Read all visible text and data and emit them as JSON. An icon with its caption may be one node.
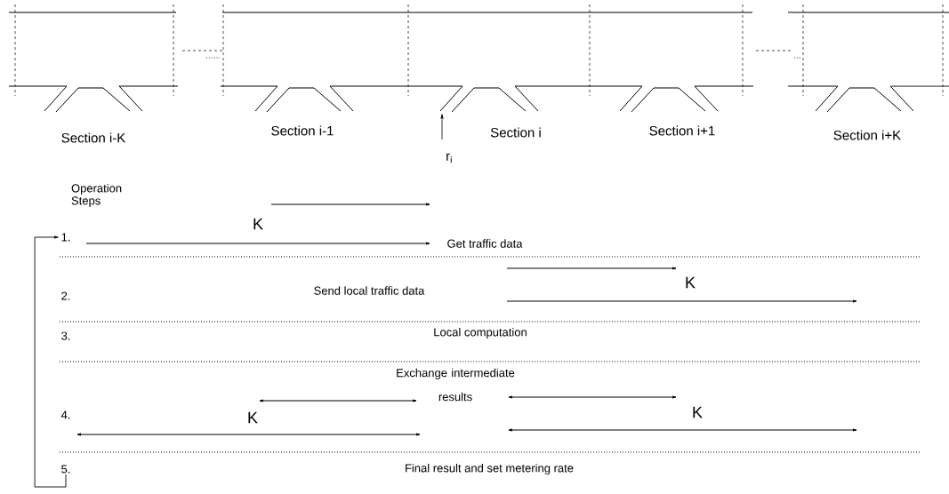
{
  "diagram": {
    "nodes": [
      {
        "text": [
          "1."
        ]
      },
      {
        "text": [
          "5."
        ]
      }
    ],
    "edges": [
      {
        "from": 1,
        "to": 0,
        "arrow": "to"
      }
    ],
    "labels": [
      "Section i-K",
      "Section i-1",
      "Section i",
      "Section i+1",
      "Section i+K",
      "r$_{i}$",
      "Operation Steps",
      "K",
      "Get traffic data",
      "2.",
      "Send local traffic data",
      "K",
      "3.",
      "Local computation",
      "Exchange intermediate results",
      "4.",
      "K",
      "K",
      "Final result and set metering rate"
    ]
  }
}
